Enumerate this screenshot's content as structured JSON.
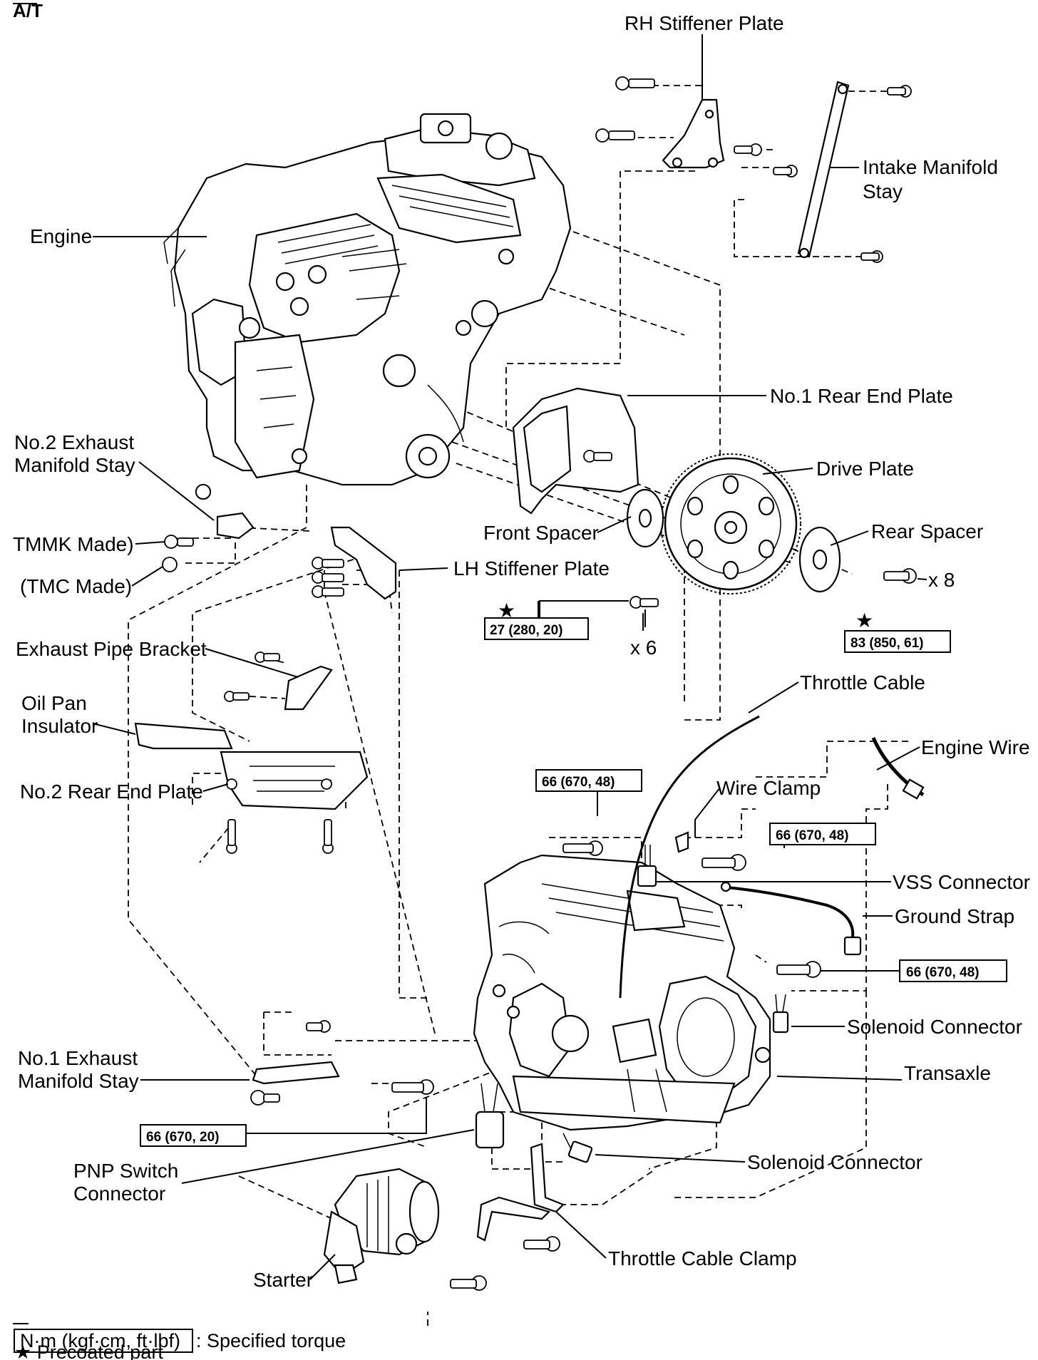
{
  "header": {
    "label": "A/T"
  },
  "labels": {
    "rh_stiffener_plate": "RH Stiffener Plate",
    "intake_manifold_stay_1": "Intake Manifold",
    "intake_manifold_stay_2": "Stay",
    "engine": "Engine",
    "no1_rear_end_plate": "No.1 Rear End Plate",
    "no2_exhaust_manifold_stay_1": "No.2 Exhaust",
    "no2_exhaust_manifold_stay_2": "Manifold Stay",
    "drive_plate": "Drive Plate",
    "front_spacer": "Front Spacer",
    "rear_spacer": "Rear Spacer",
    "tmmk_made": "TMMK Made)",
    "tmc_made": "(TMC Made)",
    "lh_stiffener_plate": "LH Stiffener Plate",
    "qty_x8": "x 8",
    "qty_x6": "x 6",
    "exhaust_pipe_bracket": "Exhaust Pipe Bracket",
    "oil_pan_insulator_1": "Oil Pan",
    "oil_pan_insulator_2": "Insulator",
    "throttle_cable": "Throttle Cable",
    "engine_wire": "Engine Wire",
    "no2_rear_end_plate": "No.2 Rear End Plate",
    "wire_clamp": "Wire Clamp",
    "vss_connector": "VSS Connector",
    "ground_strap": "Ground Strap",
    "solenoid_connector_upper": "Solenoid Connector",
    "no1_exhaust_manifold_stay_1": "No.1  Exhaust",
    "no1_exhaust_manifold_stay_2": "Manifold Stay",
    "transaxle": "Transaxle",
    "pnp_switch_connector_1": "PNP Switch",
    "pnp_switch_connector_2": "Connector",
    "solenoid_connector_lower": "Solenoid Connector",
    "throttle_cable_clamp": "Throttle Cable Clamp",
    "starter": "Starter"
  },
  "torques": {
    "precoated_27": "27 (280, 20)",
    "precoated_83": "83 (850, 61)",
    "wire_clamp_bolt": "66 (670, 48)",
    "vss_bolt": "66 (670, 48)",
    "ground_bolt": "66 (670, 48)",
    "starter_bolt": "66 (670, 20)"
  },
  "markers": {
    "star": "★"
  },
  "legend": {
    "torque_unit": "N·m (kgf·cm, ft·lbf)",
    "torque_desc": ": Specified torque",
    "precoated": "★ Precoated part"
  },
  "icons": {
    "engine": "engine-block-icon",
    "transaxle": "transaxle-icon",
    "starter": "starter-motor-icon",
    "drive_plate": "drive-plate-icon",
    "bolt": "bolt-icon"
  }
}
